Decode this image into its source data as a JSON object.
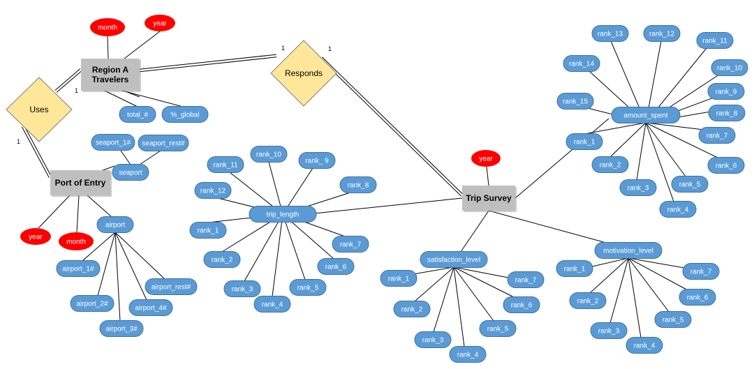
{
  "entities": [
    {
      "id": "region",
      "label": "Region A\nTravelers"
    },
    {
      "id": "port",
      "label": "Port of Entry"
    },
    {
      "id": "trip",
      "label": "Trip Survey"
    }
  ],
  "relationships": [
    {
      "id": "uses",
      "label": "Uses"
    },
    {
      "id": "responds",
      "label": "Responds"
    }
  ],
  "cardinalities": [
    {
      "id": "c1",
      "label": "1"
    },
    {
      "id": "c2",
      "label": "1"
    },
    {
      "id": "c3",
      "label": "1"
    },
    {
      "id": "c4",
      "label": "1"
    }
  ],
  "key_attributes": [
    {
      "id": "month_r",
      "label": "month"
    },
    {
      "id": "year_r",
      "label": "year"
    },
    {
      "id": "year_p",
      "label": "year"
    },
    {
      "id": "month_p",
      "label": "month"
    },
    {
      "id": "year_t",
      "label": "year"
    }
  ],
  "attributes": [
    {
      "id": "total",
      "label": "total_#"
    },
    {
      "id": "global",
      "label": "%_global"
    },
    {
      "id": "seaport1",
      "label": "seaport_1#"
    },
    {
      "id": "seaportrest",
      "label": "seaport_rest#"
    },
    {
      "id": "seaport",
      "label": "seaport"
    },
    {
      "id": "airport",
      "label": "airport"
    },
    {
      "id": "airport1",
      "label": "airport_1#"
    },
    {
      "id": "airport2",
      "label": "airport_2#"
    },
    {
      "id": "airport3",
      "label": "airport_3#"
    },
    {
      "id": "airport4",
      "label": "airport_4#"
    },
    {
      "id": "airportrest",
      "label": "airport_rest#"
    },
    {
      "id": "triplength",
      "label": "trip_length"
    },
    {
      "id": "tl1",
      "label": "rank_1"
    },
    {
      "id": "tl2",
      "label": "rank_2"
    },
    {
      "id": "tl3",
      "label": "rank_3"
    },
    {
      "id": "tl4",
      "label": "rank_4"
    },
    {
      "id": "tl5",
      "label": "rank_5"
    },
    {
      "id": "tl6",
      "label": "rank_6"
    },
    {
      "id": "tl7",
      "label": "rank_7"
    },
    {
      "id": "tl8",
      "label": "rank_8"
    },
    {
      "id": "tl9",
      "label": "rank_ 9"
    },
    {
      "id": "tl10",
      "label": "rank_10"
    },
    {
      "id": "tl11",
      "label": "rank_11"
    },
    {
      "id": "tl12",
      "label": "rank_12"
    },
    {
      "id": "amount",
      "label": "amount_spent"
    },
    {
      "id": "am1",
      "label": "rank_1"
    },
    {
      "id": "am2",
      "label": "rank_2"
    },
    {
      "id": "am3",
      "label": "rank_3"
    },
    {
      "id": "am4",
      "label": "rank_4"
    },
    {
      "id": "am5",
      "label": "rank_5"
    },
    {
      "id": "am6",
      "label": "rank_6"
    },
    {
      "id": "am7",
      "label": "rank_7"
    },
    {
      "id": "am8",
      "label": "rank_8"
    },
    {
      "id": "am9",
      "label": "rank_9"
    },
    {
      "id": "am10",
      "label": "rank_10"
    },
    {
      "id": "am11",
      "label": "rank_11"
    },
    {
      "id": "am12",
      "label": "rank_12"
    },
    {
      "id": "am13",
      "label": "rank_13"
    },
    {
      "id": "am14",
      "label": "rank_14"
    },
    {
      "id": "am15",
      "label": "rank_15"
    },
    {
      "id": "satisfaction",
      "label": "satisfaction_level"
    },
    {
      "id": "sl1",
      "label": "rank_1"
    },
    {
      "id": "sl2",
      "label": "rank_2"
    },
    {
      "id": "sl3",
      "label": "rank_3"
    },
    {
      "id": "sl4",
      "label": "rank_4"
    },
    {
      "id": "sl5",
      "label": "rank_5"
    },
    {
      "id": "sl6",
      "label": "rank_6"
    },
    {
      "id": "sl7",
      "label": "rank_7"
    },
    {
      "id": "motivation",
      "label": "motivation_level"
    },
    {
      "id": "ml1",
      "label": "rank_1"
    },
    {
      "id": "ml2",
      "label": "rank_2"
    },
    {
      "id": "ml3",
      "label": "rank_3"
    },
    {
      "id": "ml4",
      "label": "rank_4"
    },
    {
      "id": "ml5",
      "label": "rank_5"
    },
    {
      "id": "ml6",
      "label": "rank_6"
    },
    {
      "id": "ml7",
      "label": "rank_7"
    }
  ],
  "colors": {
    "attribute_fill": "#5b9bd5",
    "attribute_stroke": "#41719c",
    "key_attribute_fill": "#ff0000",
    "entity_fill": "#bfbfbf",
    "relationship_fill": "#ffe699",
    "relationship_stroke": "#7f7f7f",
    "line": "#000000"
  }
}
